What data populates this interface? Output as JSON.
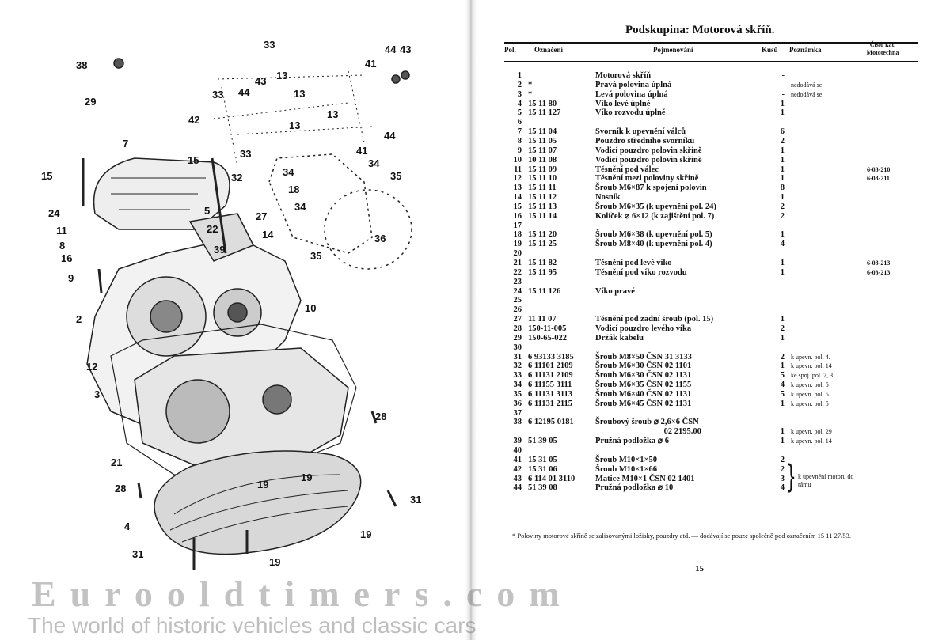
{
  "page": {
    "title": "Podskupina: Motorová skříň.",
    "page_number": "15",
    "headers": {
      "pol": "Pol.",
      "code": "Označení",
      "name": "Pojmenování",
      "qty": "Kusů",
      "note": "Poznámka",
      "cat": "Číslo kat. Mototechna"
    },
    "rows": [
      {
        "pol": "1",
        "code": "",
        "name": "Motorová skříň",
        "qty": "-",
        "note": "",
        "cat": ""
      },
      {
        "pol": "2",
        "code": "*",
        "name": "Pravá polovina úplná",
        "qty": "-",
        "note": "nedodává se",
        "cat": ""
      },
      {
        "pol": "3",
        "code": "*",
        "name": "Levá polovina úplná",
        "qty": "-",
        "note": "nedodává se",
        "cat": ""
      },
      {
        "pol": "4",
        "code": "15 11 80",
        "name": "Víko levé úplné",
        "qty": "1",
        "note": "",
        "cat": ""
      },
      {
        "pol": "5",
        "code": "15 11 127",
        "name": "Víko rozvodu úplné",
        "qty": "1",
        "note": "",
        "cat": ""
      },
      {
        "pol": "6",
        "code": "",
        "name": "",
        "qty": "",
        "note": "",
        "cat": ""
      },
      {
        "pol": "7",
        "code": "15 11 04",
        "name": "Svorník k upevnění válců",
        "qty": "6",
        "note": "",
        "cat": ""
      },
      {
        "pol": "8",
        "code": "15 11 05",
        "name": "Pouzdro středního svorníku",
        "qty": "2",
        "note": "",
        "cat": ""
      },
      {
        "pol": "9",
        "code": "15 11 07",
        "name": "Vodicí pouzdro polovin skříně",
        "qty": "1",
        "note": "",
        "cat": ""
      },
      {
        "pol": "10",
        "code": "10 11 08",
        "name": "Vodicí pouzdro polovin skříně",
        "qty": "1",
        "note": "",
        "cat": ""
      },
      {
        "pol": "11",
        "code": "15 11 09",
        "name": "Těsnění pod válec",
        "qty": "1",
        "note": "",
        "cat": "6-03-210"
      },
      {
        "pol": "12",
        "code": "15 11 10",
        "name": "Těsnění mezi poloviny skříně",
        "qty": "1",
        "note": "",
        "cat": "6-03-211"
      },
      {
        "pol": "13",
        "code": "15 11 11",
        "name": "Šroub M6×87 k spojení polovin",
        "qty": "8",
        "note": "",
        "cat": ""
      },
      {
        "pol": "14",
        "code": "15 11 12",
        "name": "Nosník",
        "qty": "1",
        "note": "",
        "cat": ""
      },
      {
        "pol": "15",
        "code": "15 11 13",
        "name": "Šroub M6×35 (k upevnění pol. 24)",
        "qty": "2",
        "note": "",
        "cat": ""
      },
      {
        "pol": "16",
        "code": "15 11 14",
        "name": "Kolíček ⌀ 6×12 (k zajištění pol. 7)",
        "qty": "2",
        "note": "",
        "cat": ""
      },
      {
        "pol": "17",
        "code": "",
        "name": "",
        "qty": "",
        "note": "",
        "cat": ""
      },
      {
        "pol": "18",
        "code": "15 11 20",
        "name": "Šroub M6×38 (k upevnění pol. 5)",
        "qty": "1",
        "note": "",
        "cat": ""
      },
      {
        "pol": "19",
        "code": "15 11 25",
        "name": "Šroub M8×40 (k upevnění pol. 4)",
        "qty": "4",
        "note": "",
        "cat": ""
      },
      {
        "pol": "20",
        "code": "",
        "name": "",
        "qty": "",
        "note": "",
        "cat": ""
      },
      {
        "pol": "21",
        "code": "15 11 82",
        "name": "Těsnění pod levé víko",
        "qty": "1",
        "note": "",
        "cat": "6-03-213"
      },
      {
        "pol": "22",
        "code": "15 11 95",
        "name": "Těsnění pod víko rozvodu",
        "qty": "1",
        "note": "",
        "cat": "6-03-213"
      },
      {
        "pol": "23",
        "code": "",
        "name": "",
        "qty": "",
        "note": "",
        "cat": ""
      },
      {
        "pol": "24",
        "code": "15 11 126",
        "name": "Víko pravé",
        "qty": "",
        "note": "",
        "cat": ""
      },
      {
        "pol": "25",
        "code": "",
        "name": "",
        "qty": "",
        "note": "",
        "cat": ""
      },
      {
        "pol": "26",
        "code": "",
        "name": "",
        "qty": "",
        "note": "",
        "cat": ""
      },
      {
        "pol": "27",
        "code": "11 11 07",
        "name": "Těsnění pod zadní šroub (pol. 15)",
        "qty": "1",
        "note": "",
        "cat": ""
      },
      {
        "pol": "28",
        "code": "150-11-005",
        "name": "Vodicí pouzdro levého víka",
        "qty": "2",
        "note": "",
        "cat": ""
      },
      {
        "pol": "29",
        "code": "150-65-022",
        "name": "Držák kabelu",
        "qty": "1",
        "note": "",
        "cat": ""
      },
      {
        "pol": "30",
        "code": "",
        "name": "",
        "qty": "",
        "note": "",
        "cat": ""
      },
      {
        "pol": "31",
        "code": "6 93133 3185",
        "name": "Šroub M8×50 ČSN 31 3133",
        "qty": "2",
        "note": "k upevn. pol. 4.",
        "cat": ""
      },
      {
        "pol": "32",
        "code": "6 11101 2109",
        "name": "Šroub M6×30 ČSN 02 1101",
        "qty": "1",
        "note": "k upevn. pol. 14",
        "cat": ""
      },
      {
        "pol": "33",
        "code": "6 11131 2109",
        "name": "Šroub M6×30 ČSN 02 1131",
        "qty": "5",
        "note": "ke spoj. pol. 2, 3",
        "cat": ""
      },
      {
        "pol": "34",
        "code": "6 11155 3111",
        "name": "Šroub M6×35 ČSN 02 1155",
        "qty": "4",
        "note": "k upevn. pol. 5",
        "cat": ""
      },
      {
        "pol": "35",
        "code": "6 11131 3113",
        "name": "Šroub M6×40 ČSN 02 1131",
        "qty": "5",
        "note": "k upevn. pol. 5",
        "cat": ""
      },
      {
        "pol": "36",
        "code": "6 11131 2115",
        "name": "Šroub M6×45 ČSN 02 1131",
        "qty": "1",
        "note": "k upevn. pol. 5",
        "cat": ""
      },
      {
        "pol": "37",
        "code": "",
        "name": "",
        "qty": "",
        "note": "",
        "cat": ""
      },
      {
        "pol": "38",
        "code": "6 12195 0181",
        "name": "Šroubový šroub ⌀ 2,6×6 ČSN",
        "qty": "",
        "note": "",
        "cat": ""
      },
      {
        "pol": "",
        "code": "",
        "name": "                                 02 2195.00",
        "qty": "1",
        "note": "k upevn. pol. 29",
        "cat": ""
      },
      {
        "pol": "39",
        "code": "51 39 05",
        "name": "Pružná podložka ⌀ 6",
        "qty": "1",
        "note": "k upevn. pol. 14",
        "cat": ""
      },
      {
        "pol": "40",
        "code": "",
        "name": "",
        "qty": "",
        "note": "",
        "cat": ""
      },
      {
        "pol": "41",
        "code": "15 31 05",
        "name": "Šroub M10×1×50",
        "qty": "2",
        "note": "",
        "cat": ""
      },
      {
        "pol": "42",
        "code": "15 31 06",
        "name": "Šroub M10×1×66",
        "qty": "2",
        "note": "",
        "cat": ""
      },
      {
        "pol": "43",
        "code": "6 114 01 3110",
        "name": "Matice M10×1 ČSN 02 1401",
        "qty": "3",
        "note": "",
        "cat": ""
      },
      {
        "pol": "44",
        "code": "51 39 08",
        "name": "Pružná podložka ⌀ 10",
        "qty": "4",
        "note": "",
        "cat": ""
      }
    ],
    "brace_note": "k upevnění motoru do rámu",
    "footnote": "* Poloviny motorové skříně se zalisovanými ložisky, pouzdry atd. — dodávají se pouze společně pod označením 15 11 27/53."
  },
  "diagram": {
    "callouts": [
      "38",
      "33",
      "41",
      "44",
      "43",
      "29",
      "33",
      "44",
      "43",
      "13",
      "13",
      "42",
      "13",
      "13",
      "44",
      "33",
      "41",
      "7",
      "15",
      "15",
      "34",
      "34",
      "35",
      "18",
      "32",
      "34",
      "5",
      "27",
      "24",
      "11",
      "22",
      "14",
      "8",
      "36",
      "35",
      "39",
      "16",
      "9",
      "10",
      "2",
      "12",
      "3",
      "28",
      "21",
      "19",
      "19",
      "28",
      "31",
      "4",
      "19",
      "31",
      "19"
    ]
  },
  "watermark": {
    "brand": "Eurooldtimers.com",
    "tagline": "The world of historic vehicles and classic cars"
  }
}
